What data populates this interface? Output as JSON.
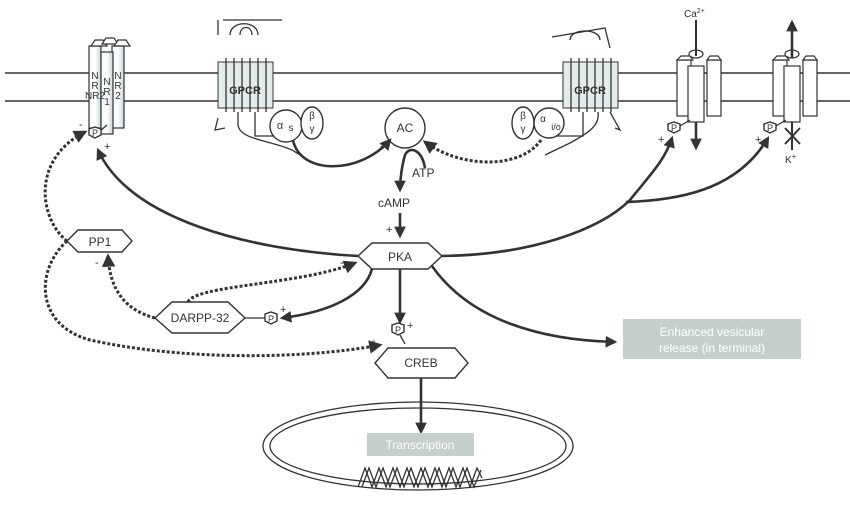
{
  "diagram": {
    "title": "PKA / cAMP signaling pathway in neuron",
    "receptors": {
      "nmda": {
        "subunits": [
          "NR2",
          "NR1",
          "NR2"
        ]
      },
      "gpcr_left": {
        "label": "GPCR",
        "g_alpha": "α",
        "g_alpha_sub": "s",
        "g_beta": "β",
        "g_gamma": "γ"
      },
      "gpcr_right": {
        "label": "GPCR",
        "g_alpha": "α",
        "g_alpha_sub": "i/o",
        "g_beta": "β",
        "g_gamma": "γ"
      }
    },
    "channels": {
      "calcium": {
        "ion": "Ca",
        "charge": "2+"
      },
      "potassium": {
        "ion": "K",
        "charge": "+"
      }
    },
    "nodes": {
      "ac": "AC",
      "atp": "ATP",
      "camp": "cAMP",
      "pka": "PKA",
      "pp1": "PP1",
      "darpp": "DARPP-32",
      "creb": "CREB",
      "phospho": "P"
    },
    "signs": {
      "plus": "+",
      "minus": "-"
    },
    "outputs": {
      "vesicular_line1": "Enhanced vesicular",
      "vesicular_line2": "release (in terminal)",
      "transcription": "Transcription"
    },
    "colors": {
      "stroke": "#333333",
      "box_fill": "#c4cfce",
      "box_text": "#ffffff",
      "membrane_fill": "#e4ecec"
    }
  }
}
